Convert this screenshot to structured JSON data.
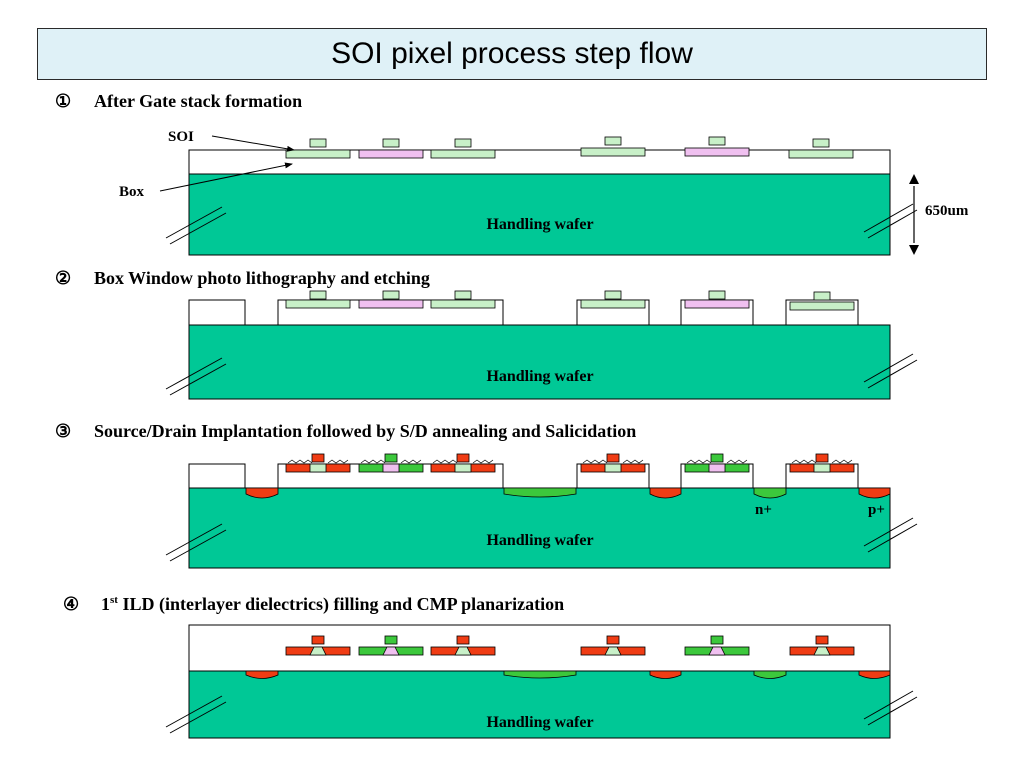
{
  "title": "SOI pixel process step flow",
  "colors": {
    "wafer": "#00c896",
    "soi_light_green": "#c8f0c8",
    "soi_pink": "#f0c0f0",
    "n_plus_green": "#3cc83c",
    "p_plus_red": "#f03c14",
    "title_bg": "#dff1f7"
  },
  "steps": [
    {
      "number": "①",
      "text": "After Gate stack formation",
      "wafer_label": "Handling wafer"
    },
    {
      "number": "②",
      "text": "Box Window photo lithography  and etching",
      "wafer_label": "Handling wafer"
    },
    {
      "number": "③",
      "text": "Source/Drain Implantation followed by S/D annealing and Salicidation",
      "wafer_label": "Handling wafer"
    },
    {
      "number": "④",
      "sup_prefix": "1",
      "sup": "st",
      "text": " ILD (interlayer dielectrics) filling and CMP planarization",
      "wafer_label": "Handling wafer"
    }
  ],
  "labels": {
    "soi": "SOI",
    "box": "Box",
    "thickness": "650um",
    "n_plus": "n+",
    "p_plus": "p+"
  }
}
